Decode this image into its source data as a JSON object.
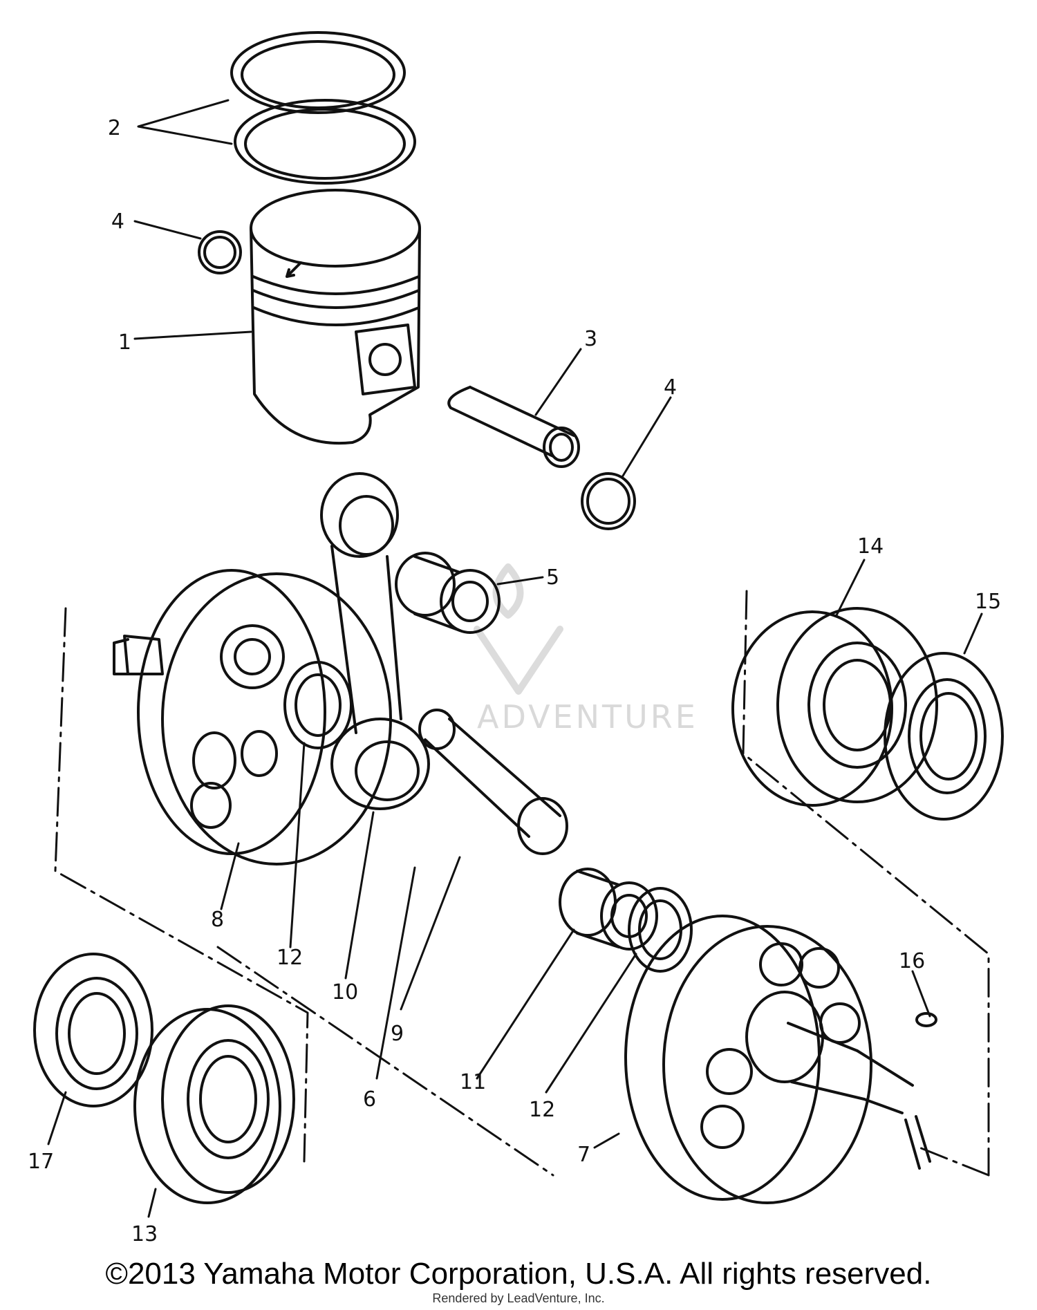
{
  "diagram": {
    "labels": [
      {
        "id": "1",
        "text": "1"
      },
      {
        "id": "2",
        "text": "2"
      },
      {
        "id": "3",
        "text": "3"
      },
      {
        "id": "4a",
        "text": "4"
      },
      {
        "id": "4b",
        "text": "4"
      },
      {
        "id": "5",
        "text": "5"
      },
      {
        "id": "6",
        "text": "6"
      },
      {
        "id": "7",
        "text": "7"
      },
      {
        "id": "8",
        "text": "8"
      },
      {
        "id": "9",
        "text": "9"
      },
      {
        "id": "10",
        "text": "10"
      },
      {
        "id": "11",
        "text": "11"
      },
      {
        "id": "12a",
        "text": "12"
      },
      {
        "id": "12b",
        "text": "12"
      },
      {
        "id": "13",
        "text": "13"
      },
      {
        "id": "14",
        "text": "14"
      },
      {
        "id": "15",
        "text": "15"
      },
      {
        "id": "16",
        "text": "16"
      },
      {
        "id": "17",
        "text": "17"
      }
    ]
  },
  "watermark": "ADVENTURE",
  "copyright": "©2013 Yamaha Motor Corporation, U.S.A. All rights reserved.",
  "rendered_by": "Rendered by LeadVenture, Inc.",
  "colors": {
    "line": "#111111",
    "background": "#ffffff",
    "watermark": "#d9d9d9"
  }
}
